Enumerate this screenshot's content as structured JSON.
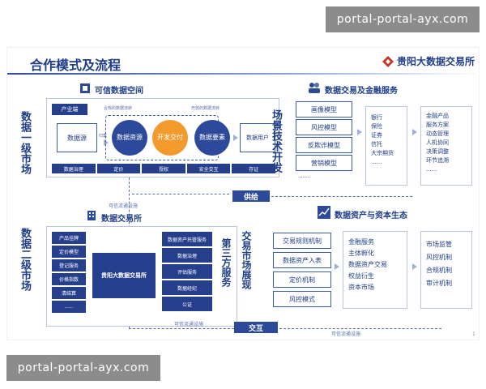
{
  "watermark": {
    "top": "portal-portal-ayx.com",
    "bottom": "portal-portal-ayx.com"
  },
  "slide": {
    "title": "合作模式及流程",
    "logo": "贵阳大数据交易所",
    "page_number": "1",
    "primary_market": "数据一级市场",
    "secondary_market": "数据二级市场",
    "trusted_space": {
      "title": "可信数据空间",
      "tag": "产业端",
      "note_left": "合规的数据流转",
      "note_right": "开放的数据流转",
      "source": "数据源",
      "res": "数据资源",
      "dev": "开发交付",
      "elem": "数据要素",
      "user": "数据用户",
      "mini": "归集",
      "steps": [
        "数据治理",
        "定价",
        "授权",
        "安全交互",
        "存证"
      ]
    },
    "scene_dev": "场景技术开发",
    "finance_services": {
      "title": "数据交易及金融服务",
      "models": [
        "画像模型",
        "风控模型",
        "反欺诈模型",
        "营销模型",
        "......"
      ],
      "institutions": [
        "银行",
        "保险",
        "证券",
        "信托",
        "大宗期货",
        "......"
      ],
      "products": [
        "金融产品",
        "服务方案",
        "动态管理",
        "人机协同",
        "决策调整",
        "环节追溯",
        "......"
      ]
    },
    "supply": "供给",
    "trusted_infra": "可信流通设施",
    "exchange": {
      "title": "数据交易所",
      "left_items": [
        "产品挂牌",
        "定价模型",
        "登记服务",
        "价格指数",
        "清结算",
        "......"
      ],
      "center": "贵阳大数据交易所",
      "right_items": [
        "数据资产托管服务",
        "数据治理",
        "评估服务",
        "数据经纪",
        "公证"
      ],
      "third_party": "第三方服务"
    },
    "market_display": "交易市场展现",
    "asset_ecosystem": {
      "title": "数据资产与资本生态",
      "rules": [
        "交易规则机制",
        "数据资产入表",
        "定价机制",
        "风控模式"
      ],
      "finance": [
        "金融服务",
        "主体孵化",
        "数据资产交易",
        "权益衍生",
        "资本市场"
      ],
      "regulation": [
        "市场监管",
        "风控机制",
        "合规机制",
        "审计机制"
      ]
    },
    "interaction": "交互",
    "bottom_infra_left": "可信流通设施",
    "bottom_infra_right": "可信流通设施"
  }
}
